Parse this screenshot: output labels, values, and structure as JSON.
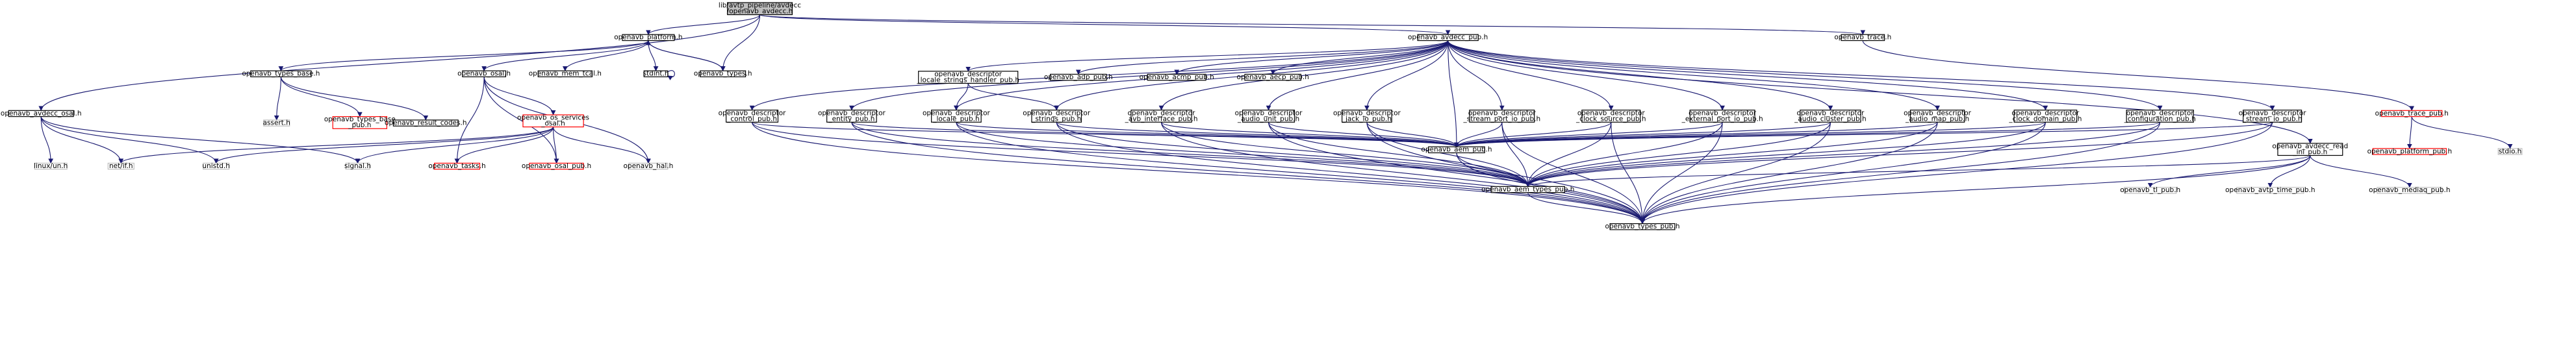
{
  "style": {
    "edge_color": "#191970",
    "root_fill": "#bfbfbf",
    "normal_border": "#000000",
    "missing_border": "#bfbfbf",
    "truncated_border": "#ff0000",
    "text_color": "#000000"
  },
  "nodes": [
    {
      "id": "root",
      "lines": [
        "lib/avtp_pipeline/avdecc",
        "/openavb_avdecc.h"
      ],
      "kind": "root"
    },
    {
      "id": "platform",
      "lines": [
        "openavb_platform.h"
      ],
      "kind": "normal"
    },
    {
      "id": "avdecc_pub",
      "lines": [
        "openavb_avdecc_pub.h"
      ],
      "kind": "normal"
    },
    {
      "id": "trace",
      "lines": [
        "openavb_trace.h"
      ],
      "kind": "normal"
    },
    {
      "id": "types_base",
      "lines": [
        "openavb_types_base.h"
      ],
      "kind": "normal"
    },
    {
      "id": "osal",
      "lines": [
        "openavb_osal.h"
      ],
      "kind": "normal"
    },
    {
      "id": "mem_tcal",
      "lines": [
        "openavb_mem_tcal.h"
      ],
      "kind": "normal"
    },
    {
      "id": "stdint",
      "lines": [
        "stdint.h"
      ],
      "kind": "normal"
    },
    {
      "id": "types",
      "lines": [
        "openavb_types.h"
      ],
      "kind": "normal"
    },
    {
      "id": "avdecc_osal",
      "lines": [
        "openavb_avdecc_osal.h"
      ],
      "kind": "normal"
    },
    {
      "id": "assert",
      "lines": [
        "assert.h"
      ],
      "kind": "missing"
    },
    {
      "id": "types_base_pub",
      "lines": [
        "openavb_types_base",
        "_pub.h"
      ],
      "kind": "truncated"
    },
    {
      "id": "result_codes",
      "lines": [
        "openavb_result_codes.h"
      ],
      "kind": "normal"
    },
    {
      "id": "os_services_osal",
      "lines": [
        "openavb_os_services",
        "_osal.h"
      ],
      "kind": "truncated"
    },
    {
      "id": "linux_un",
      "lines": [
        "linux/un.h"
      ],
      "kind": "missing"
    },
    {
      "id": "netif",
      "lines": [
        "net/if.h"
      ],
      "kind": "missing"
    },
    {
      "id": "unistd",
      "lines": [
        "unistd.h"
      ],
      "kind": "missing"
    },
    {
      "id": "signal",
      "lines": [
        "signal.h"
      ],
      "kind": "missing"
    },
    {
      "id": "tasks",
      "lines": [
        "openavb_tasks.h"
      ],
      "kind": "truncated"
    },
    {
      "id": "osal_pub",
      "lines": [
        "openavb_osal_pub.h"
      ],
      "kind": "truncated"
    },
    {
      "id": "hal",
      "lines": [
        "openavb_hal.h"
      ],
      "kind": "missing"
    },
    {
      "id": "locale_strings_handler",
      "lines": [
        "openavb_descriptor",
        "_locale_strings_handler_pub.h"
      ],
      "kind": "normal"
    },
    {
      "id": "adp_pub",
      "lines": [
        "openavb_adp_pub.h"
      ],
      "kind": "normal"
    },
    {
      "id": "acmp_pub",
      "lines": [
        "openavb_acmp_pub.h"
      ],
      "kind": "normal"
    },
    {
      "id": "aecp_pub",
      "lines": [
        "openavb_aecp_pub.h"
      ],
      "kind": "normal"
    },
    {
      "id": "desc_control",
      "lines": [
        "openavb_descriptor",
        "_control_pub.h"
      ],
      "kind": "normal"
    },
    {
      "id": "desc_entity",
      "lines": [
        "openavb_descriptor",
        "_entity_pub.h"
      ],
      "kind": "normal"
    },
    {
      "id": "desc_locale",
      "lines": [
        "openavb_descriptor",
        "_locale_pub.h"
      ],
      "kind": "normal"
    },
    {
      "id": "desc_strings",
      "lines": [
        "openavb_descriptor",
        "_strings_pub.h"
      ],
      "kind": "normal"
    },
    {
      "id": "desc_avb_interface",
      "lines": [
        "openavb_descriptor",
        "_avb_interface_pub.h"
      ],
      "kind": "normal"
    },
    {
      "id": "desc_audio_unit",
      "lines": [
        "openavb_descriptor",
        "_audio_unit_pub.h"
      ],
      "kind": "normal"
    },
    {
      "id": "desc_jack_io",
      "lines": [
        "openavb_descriptor",
        "_jack_io_pub.h"
      ],
      "kind": "normal"
    },
    {
      "id": "desc_stream_port_io",
      "lines": [
        "openavb_descriptor",
        "_stream_port_io_pub.h"
      ],
      "kind": "normal"
    },
    {
      "id": "desc_clock_source",
      "lines": [
        "openavb_descriptor",
        "_clock_source_pub.h"
      ],
      "kind": "normal"
    },
    {
      "id": "desc_external_port_io",
      "lines": [
        "openavb_descriptor",
        "_external_port_io_pub.h"
      ],
      "kind": "normal"
    },
    {
      "id": "desc_audio_cluster",
      "lines": [
        "openavb_descriptor",
        "_audio_cluster_pub.h"
      ],
      "kind": "normal"
    },
    {
      "id": "desc_audio_map",
      "lines": [
        "openavb_descriptor",
        "_audio_map_pub.h"
      ],
      "kind": "normal"
    },
    {
      "id": "desc_clock_domain",
      "lines": [
        "openavb_descriptor",
        "_clock_domain_pub.h"
      ],
      "kind": "normal"
    },
    {
      "id": "desc_configuration",
      "lines": [
        "openavb_descriptor",
        "_configuration_pub.h"
      ],
      "kind": "normal"
    },
    {
      "id": "desc_stream_io",
      "lines": [
        "openavb_descriptor",
        "_stream_io_pub.h"
      ],
      "kind": "normal"
    },
    {
      "id": "trace_pub",
      "lines": [
        "openavb_trace_pub.h"
      ],
      "kind": "truncated"
    },
    {
      "id": "platform_pub",
      "lines": [
        "openavb_platform_pub.h"
      ],
      "kind": "truncated"
    },
    {
      "id": "stdio",
      "lines": [
        "stdio.h"
      ],
      "kind": "missing"
    },
    {
      "id": "aem_pub",
      "lines": [
        "openavb_aem_pub.h"
      ],
      "kind": "normal"
    },
    {
      "id": "avdecc_read_ini",
      "lines": [
        "openavb_avdecc_read",
        "_ini_pub.h"
      ],
      "kind": "normal"
    },
    {
      "id": "aem_types_pub",
      "lines": [
        "openavb_aem_types_pub.h"
      ],
      "kind": "normal"
    },
    {
      "id": "tl_pub",
      "lines": [
        "openavb_tl_pub.h"
      ],
      "kind": "missing"
    },
    {
      "id": "avtp_time_pub",
      "lines": [
        "openavb_avtp_time_pub.h"
      ],
      "kind": "missing"
    },
    {
      "id": "mediaq_pub",
      "lines": [
        "openavb_mediaq_pub.h"
      ],
      "kind": "missing"
    },
    {
      "id": "types_pub",
      "lines": [
        "openavb_types_pub.h"
      ],
      "kind": "normal"
    }
  ],
  "edges": [
    [
      "root",
      "platform"
    ],
    [
      "root",
      "avdecc_pub"
    ],
    [
      "root",
      "trace"
    ],
    [
      "root",
      "types"
    ],
    [
      "root",
      "avdecc_osal"
    ],
    [
      "platform",
      "types_base"
    ],
    [
      "platform",
      "osal"
    ],
    [
      "platform",
      "mem_tcal"
    ],
    [
      "platform",
      "stdint"
    ],
    [
      "platform",
      "types"
    ],
    [
      "types",
      "platform"
    ],
    [
      "stdint",
      "stdint"
    ],
    [
      "types_base",
      "assert"
    ],
    [
      "types_base",
      "types_base_pub"
    ],
    [
      "types_base",
      "result_codes"
    ],
    [
      "osal",
      "os_services_osal"
    ],
    [
      "osal",
      "tasks"
    ],
    [
      "osal",
      "osal_pub"
    ],
    [
      "osal",
      "hal"
    ],
    [
      "os_services_osal",
      "signal"
    ],
    [
      "os_services_osal",
      "unistd"
    ],
    [
      "os_services_osal",
      "netif"
    ],
    [
      "os_services_osal",
      "tasks"
    ],
    [
      "os_services_osal",
      "osal_pub"
    ],
    [
      "os_services_osal",
      "hal"
    ],
    [
      "avdecc_osal",
      "linux_un"
    ],
    [
      "avdecc_osal",
      "netif"
    ],
    [
      "avdecc_osal",
      "unistd"
    ],
    [
      "avdecc_osal",
      "signal"
    ],
    [
      "avdecc_pub",
      "locale_strings_handler"
    ],
    [
      "avdecc_pub",
      "adp_pub"
    ],
    [
      "avdecc_pub",
      "acmp_pub"
    ],
    [
      "avdecc_pub",
      "aecp_pub"
    ],
    [
      "avdecc_pub",
      "desc_control"
    ],
    [
      "avdecc_pub",
      "desc_entity"
    ],
    [
      "avdecc_pub",
      "desc_locale"
    ],
    [
      "avdecc_pub",
      "desc_strings"
    ],
    [
      "avdecc_pub",
      "desc_avb_interface"
    ],
    [
      "avdecc_pub",
      "desc_audio_unit"
    ],
    [
      "avdecc_pub",
      "desc_jack_io"
    ],
    [
      "avdecc_pub",
      "desc_stream_port_io"
    ],
    [
      "avdecc_pub",
      "desc_clock_source"
    ],
    [
      "avdecc_pub",
      "desc_external_port_io"
    ],
    [
      "avdecc_pub",
      "desc_audio_cluster"
    ],
    [
      "avdecc_pub",
      "desc_audio_map"
    ],
    [
      "avdecc_pub",
      "desc_clock_domain"
    ],
    [
      "avdecc_pub",
      "desc_configuration"
    ],
    [
      "avdecc_pub",
      "desc_stream_io"
    ],
    [
      "avdecc_pub",
      "avdecc_read_ini"
    ],
    [
      "avdecc_pub",
      "aem_pub"
    ],
    [
      "locale_strings_handler",
      "desc_locale"
    ],
    [
      "locale_strings_handler",
      "desc_strings"
    ],
    [
      "trace",
      "trace_pub"
    ],
    [
      "trace_pub",
      "platform_pub"
    ],
    [
      "trace_pub",
      "stdio"
    ],
    [
      "desc_control",
      "aem_pub"
    ],
    [
      "desc_control",
      "aem_types_pub"
    ],
    [
      "desc_control",
      "types_pub"
    ],
    [
      "desc_entity",
      "aem_pub"
    ],
    [
      "desc_entity",
      "aem_types_pub"
    ],
    [
      "desc_entity",
      "types_pub"
    ],
    [
      "desc_locale",
      "aem_pub"
    ],
    [
      "desc_locale",
      "aem_types_pub"
    ],
    [
      "desc_locale",
      "types_pub"
    ],
    [
      "desc_strings",
      "aem_pub"
    ],
    [
      "desc_strings",
      "aem_types_pub"
    ],
    [
      "desc_strings",
      "types_pub"
    ],
    [
      "desc_avb_interface",
      "aem_pub"
    ],
    [
      "desc_avb_interface",
      "aem_types_pub"
    ],
    [
      "desc_avb_interface",
      "types_pub"
    ],
    [
      "desc_audio_unit",
      "aem_pub"
    ],
    [
      "desc_audio_unit",
      "aem_types_pub"
    ],
    [
      "desc_audio_unit",
      "types_pub"
    ],
    [
      "desc_jack_io",
      "aem_pub"
    ],
    [
      "desc_jack_io",
      "aem_types_pub"
    ],
    [
      "desc_jack_io",
      "types_pub"
    ],
    [
      "desc_stream_port_io",
      "aem_pub"
    ],
    [
      "desc_stream_port_io",
      "aem_types_pub"
    ],
    [
      "desc_stream_port_io",
      "types_pub"
    ],
    [
      "desc_clock_source",
      "aem_pub"
    ],
    [
      "desc_clock_source",
      "aem_types_pub"
    ],
    [
      "desc_clock_source",
      "types_pub"
    ],
    [
      "desc_external_port_io",
      "aem_pub"
    ],
    [
      "desc_external_port_io",
      "aem_types_pub"
    ],
    [
      "desc_external_port_io",
      "types_pub"
    ],
    [
      "desc_audio_cluster",
      "aem_pub"
    ],
    [
      "desc_audio_cluster",
      "aem_types_pub"
    ],
    [
      "desc_audio_cluster",
      "types_pub"
    ],
    [
      "desc_audio_map",
      "aem_pub"
    ],
    [
      "desc_audio_map",
      "aem_types_pub"
    ],
    [
      "desc_audio_map",
      "types_pub"
    ],
    [
      "desc_clock_domain",
      "aem_pub"
    ],
    [
      "desc_clock_domain",
      "aem_types_pub"
    ],
    [
      "desc_clock_domain",
      "types_pub"
    ],
    [
      "desc_configuration",
      "aem_pub"
    ],
    [
      "desc_configuration",
      "aem_types_pub"
    ],
    [
      "desc_configuration",
      "types_pub"
    ],
    [
      "desc_stream_io",
      "aem_pub"
    ],
    [
      "desc_stream_io",
      "aem_types_pub"
    ],
    [
      "desc_stream_io",
      "types_pub"
    ],
    [
      "aem_pub",
      "aem_types_pub"
    ],
    [
      "aem_pub",
      "types_pub"
    ],
    [
      "aem_types_pub",
      "types_pub"
    ],
    [
      "avdecc_read_ini",
      "tl_pub"
    ],
    [
      "avdecc_read_ini",
      "avtp_time_pub"
    ],
    [
      "avdecc_read_ini",
      "mediaq_pub"
    ],
    [
      "avdecc_read_ini",
      "aem_types_pub"
    ],
    [
      "avdecc_read_ini",
      "types_pub"
    ]
  ]
}
